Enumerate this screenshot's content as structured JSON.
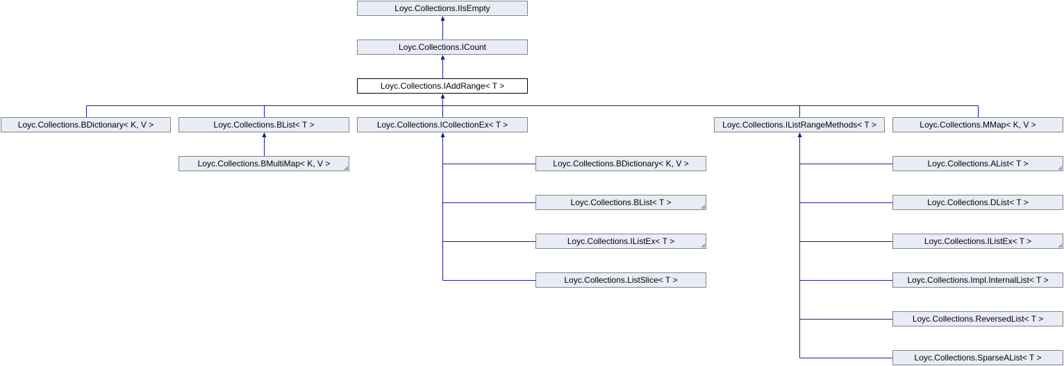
{
  "colors": {
    "node_fill": "#e8ecf5",
    "node_border": "#848484",
    "current_fill": "#ffffff",
    "current_border": "#000000",
    "edge": "#1b1b8c"
  },
  "nodes": {
    "iisempty": {
      "label": "Loyc.Collections.IIsEmpty",
      "kind": "base"
    },
    "icount": {
      "label": "Loyc.Collections.ICount",
      "kind": "base"
    },
    "iaddrange": {
      "label": "Loyc.Collections.IAddRange< T >",
      "kind": "current"
    },
    "bdictionary_top": {
      "label": "Loyc.Collections.BDictionary< K, V >",
      "kind": "derived"
    },
    "blist_top": {
      "label": "Loyc.Collections.BList< T >",
      "kind": "derived"
    },
    "bmultimap": {
      "label": "Loyc.Collections.BMultiMap< K, V >",
      "kind": "derived",
      "truncated": true
    },
    "icollectionex": {
      "label": "Loyc.Collections.ICollectionEx< T >",
      "kind": "derived"
    },
    "bdictionary_sub": {
      "label": "Loyc.Collections.BDictionary< K, V >",
      "kind": "derived"
    },
    "blist_sub": {
      "label": "Loyc.Collections.BList< T >",
      "kind": "derived",
      "truncated": true
    },
    "ilistex_mid": {
      "label": "Loyc.Collections.IListEx< T >",
      "kind": "derived",
      "truncated": true
    },
    "listslice": {
      "label": "Loyc.Collections.ListSlice< T >",
      "kind": "derived"
    },
    "ilistrangemethods": {
      "label": "Loyc.Collections.IListRangeMethods< T >",
      "kind": "derived"
    },
    "mmap": {
      "label": "Loyc.Collections.MMap< K, V >",
      "kind": "derived"
    },
    "alist": {
      "label": "Loyc.Collections.AList< T >",
      "kind": "derived",
      "truncated": true
    },
    "dlist": {
      "label": "Loyc.Collections.DList< T >",
      "kind": "derived"
    },
    "ilistex_right": {
      "label": "Loyc.Collections.IListEx< T >",
      "kind": "derived",
      "truncated": true
    },
    "internallist": {
      "label": "Loyc.Collections.Impl.InternalList< T >",
      "kind": "derived"
    },
    "reversedlist": {
      "label": "Loyc.Collections.ReversedList< T >",
      "kind": "derived"
    },
    "sparsealist": {
      "label": "Loyc.Collections.SparseAList< T >",
      "kind": "derived"
    }
  },
  "edges": [
    {
      "from": "icount",
      "to": "iisempty"
    },
    {
      "from": "iaddrange",
      "to": "icount"
    },
    {
      "from": "bdictionary_top",
      "to": "iaddrange"
    },
    {
      "from": "blist_top",
      "to": "iaddrange"
    },
    {
      "from": "icollectionex",
      "to": "iaddrange"
    },
    {
      "from": "ilistrangemethods",
      "to": "iaddrange"
    },
    {
      "from": "mmap",
      "to": "iaddrange"
    },
    {
      "from": "bmultimap",
      "to": "blist_top"
    },
    {
      "from": "bdictionary_sub",
      "to": "icollectionex"
    },
    {
      "from": "blist_sub",
      "to": "icollectionex"
    },
    {
      "from": "ilistex_mid",
      "to": "icollectionex"
    },
    {
      "from": "listslice",
      "to": "icollectionex"
    },
    {
      "from": "alist",
      "to": "ilistrangemethods"
    },
    {
      "from": "dlist",
      "to": "ilistrangemethods"
    },
    {
      "from": "ilistex_right",
      "to": "ilistrangemethods"
    },
    {
      "from": "internallist",
      "to": "ilistrangemethods"
    },
    {
      "from": "reversedlist",
      "to": "ilistrangemethods"
    },
    {
      "from": "sparsealist",
      "to": "ilistrangemethods"
    }
  ]
}
